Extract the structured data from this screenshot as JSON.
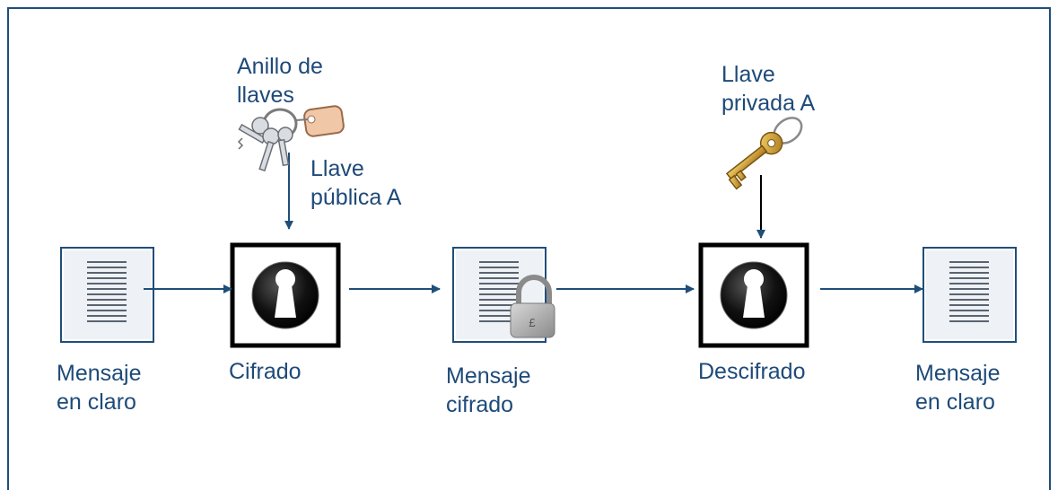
{
  "colors": {
    "border": "#1f4e79",
    "label_text": "#1e4a78",
    "arrow": "#1f4e79",
    "doc_line": "#5a6470"
  },
  "labels": {
    "keyring": [
      "Anillo de",
      "llaves"
    ],
    "public_key": [
      "Llave",
      "pública A"
    ],
    "private_key": [
      "Llave",
      "privada A"
    ],
    "plain1": [
      "Mensaje",
      "en claro"
    ],
    "encrypt": [
      "Cifrado"
    ],
    "ciphertext": [
      "Mensaje",
      "cifrado"
    ],
    "decrypt": [
      "Descifrado"
    ],
    "plain2": [
      "Mensaje",
      "en claro"
    ]
  },
  "icons": {
    "keyring": "keyring-icon",
    "key": "key-icon",
    "keyhole": "keyhole-icon",
    "padlock": "padlock-icon",
    "document": "document-icon"
  }
}
